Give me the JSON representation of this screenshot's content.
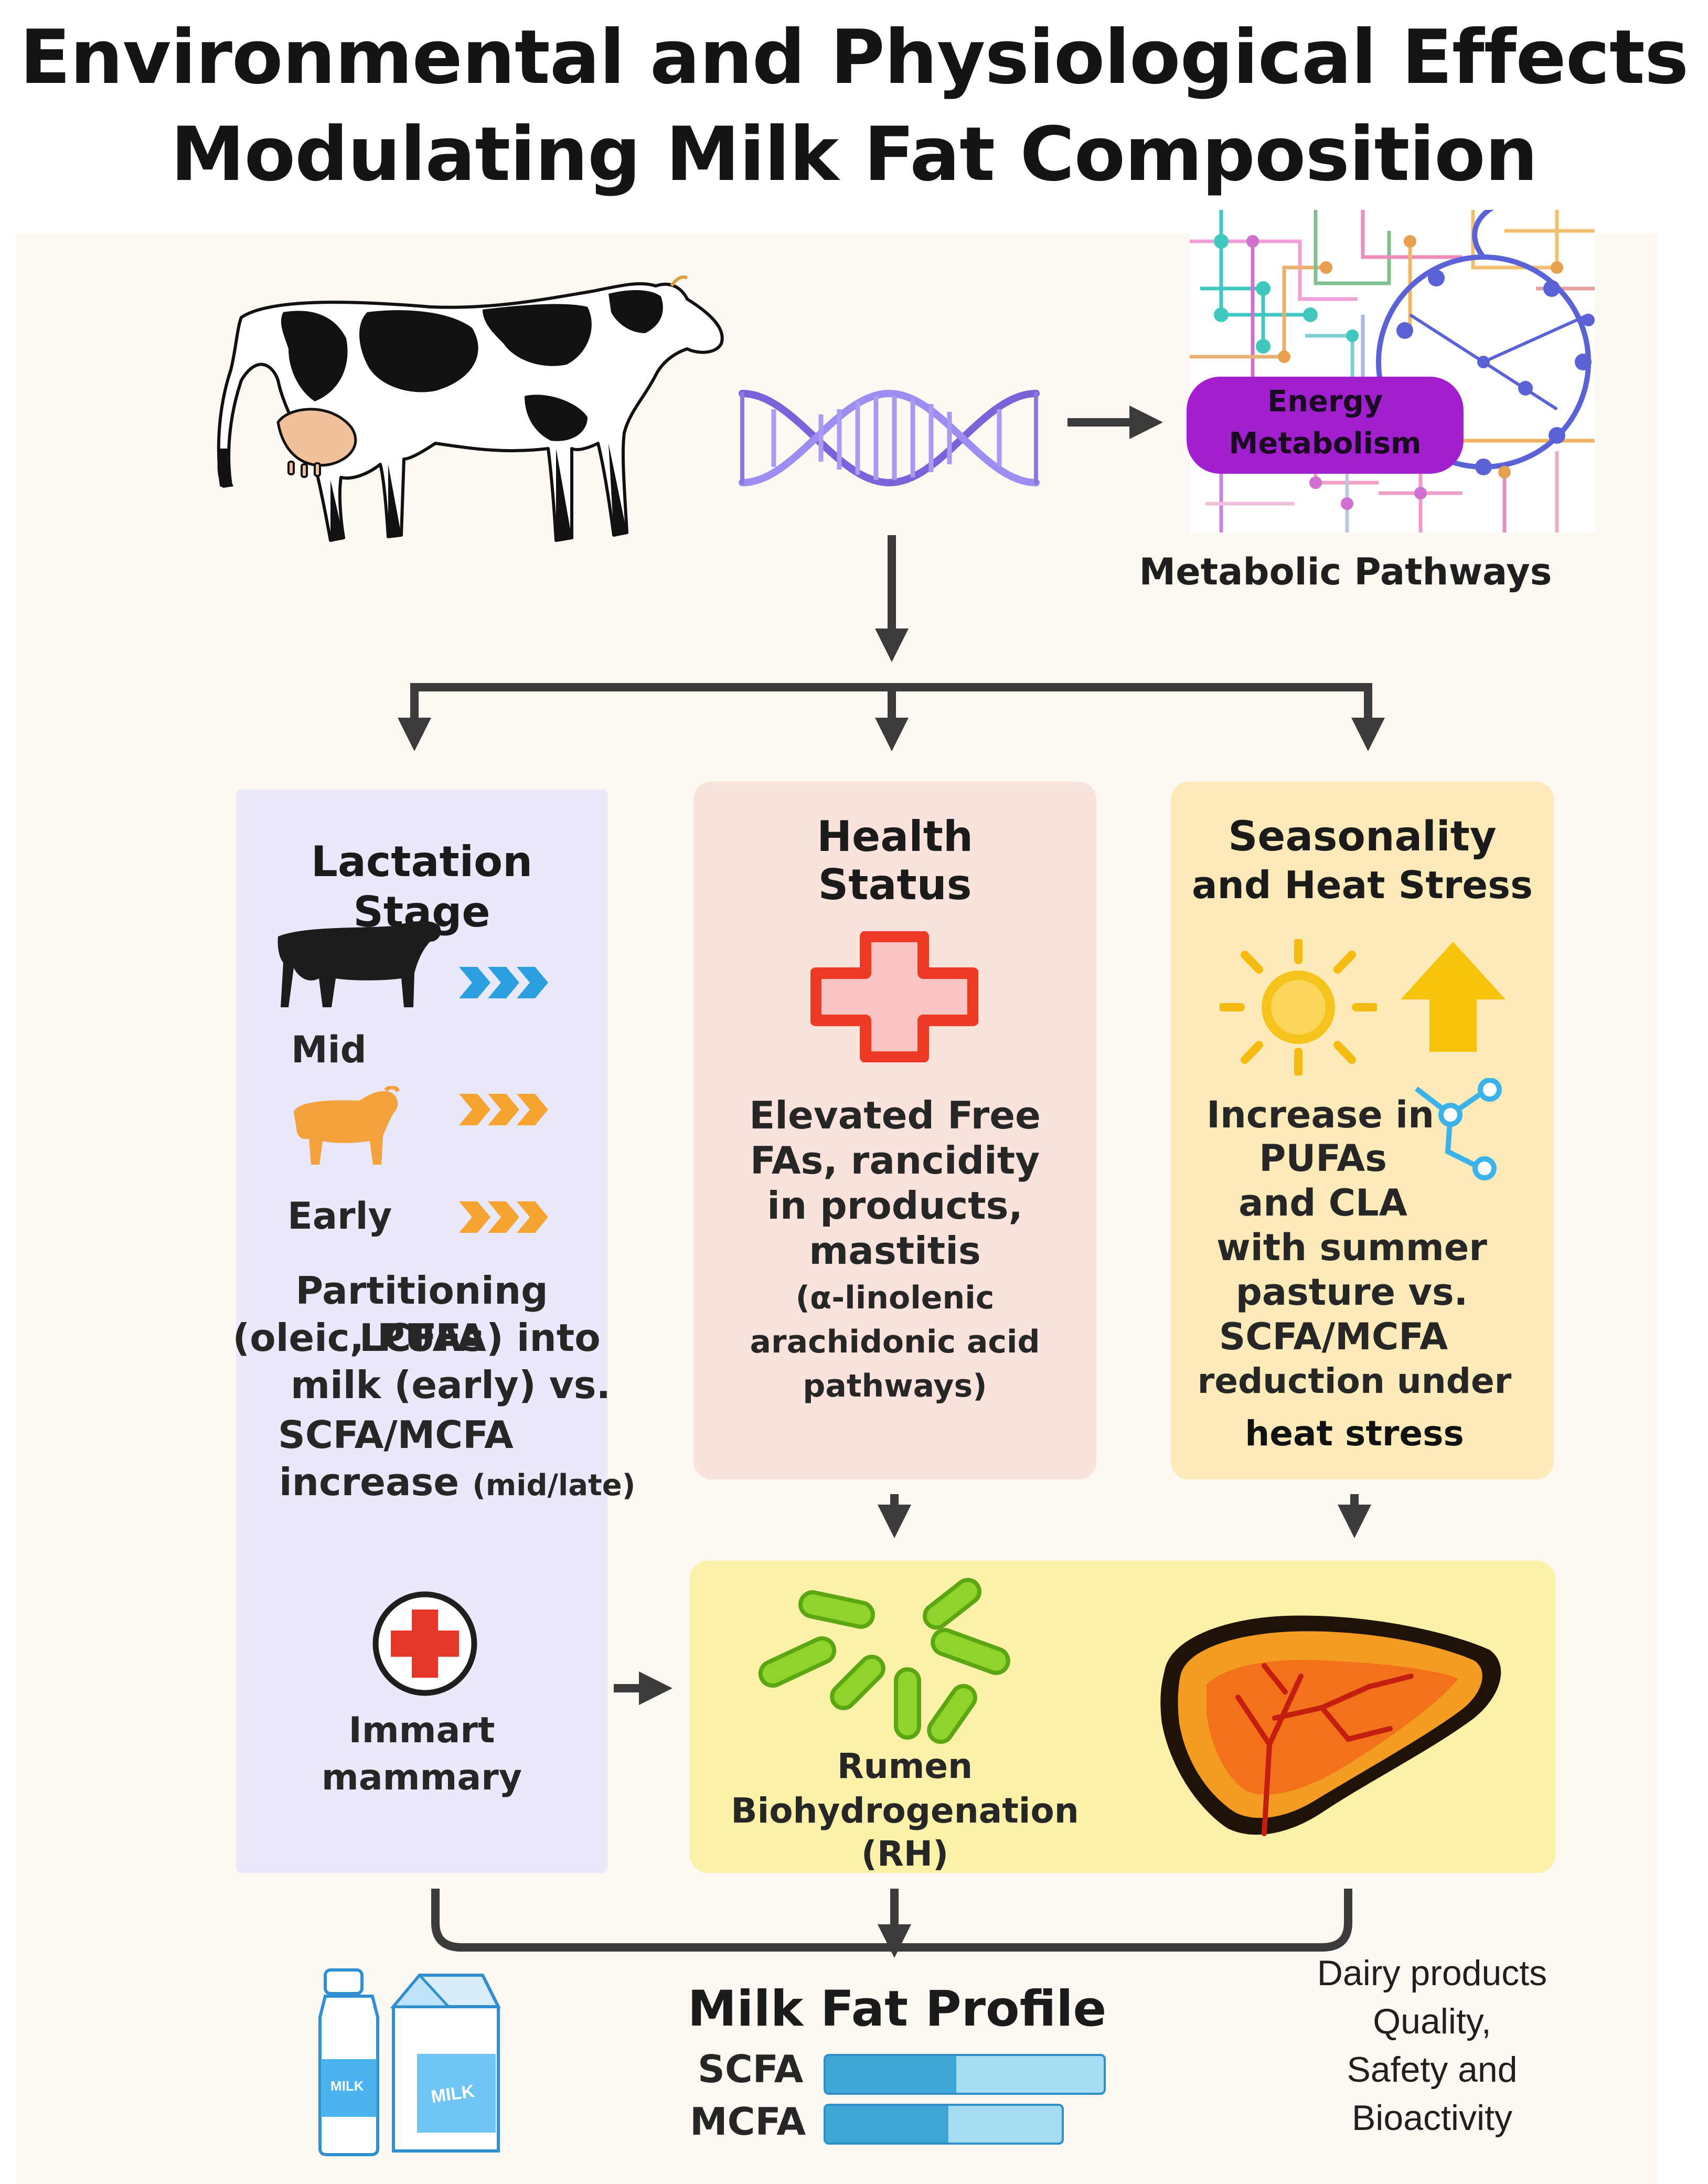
{
  "title": {
    "line1": "Environmental and Physiological Effects",
    "line2": "Modulating Milk Fat Composition"
  },
  "metabolic": {
    "badge_line1": "Energy",
    "badge_line2": "Metabolism",
    "caption": "Metabolic Pathways"
  },
  "lactation": {
    "title": "Lactation Stage",
    "stage_mid": "Mid",
    "stage_early": "Early",
    "desc_lines": [
      "Partitioning LCFAs",
      "(oleic, PUFA) into",
      "milk (early) vs.",
      "SCFA/MCFA"
    ],
    "desc_last_main": "increase",
    "desc_last_small": "(mid/late)",
    "immart_line1": "Immart",
    "immart_line2": "mammary"
  },
  "health": {
    "title_line1": "Health",
    "title_line2": "Status",
    "desc_lines": [
      "Elevated Free",
      "FAs, rancidity",
      "in products,",
      "mastitis"
    ],
    "desc_small_lines": [
      "(α-linolenic",
      "arachidonic acid",
      "pathways)"
    ]
  },
  "season": {
    "title_line1": "Seasonality",
    "title_line2": "and Heat Stress",
    "desc_lines": [
      "Increase in",
      "PUFAs",
      "and CLA",
      "with summer",
      "pasture vs.",
      "SCFA/MCFA",
      "reduction under",
      "heat stress"
    ]
  },
  "rumen": {
    "line1": "Rumen",
    "line2": "Biohydrogenation",
    "line3": "(RH)"
  },
  "profile": {
    "title": "Milk Fat Profile",
    "bars": [
      {
        "label": "SCFA",
        "value": 0.47
      },
      {
        "label": "MCFA",
        "value": 0.52
      }
    ],
    "milk_label": "MILK"
  },
  "dairy": {
    "lines": [
      "Dairy products",
      "Quality,",
      "Safety and",
      "Bioactivity"
    ]
  },
  "colors": {
    "lactation_panel": "#e9e9fb",
    "health_panel": "#fbe3dd",
    "season_panel": "#fcebb8",
    "rumen_panel": "#fbf1a9",
    "energy_badge": "#a21fd0",
    "arrow": "#3b3b3b",
    "bar": "#3ea7d6"
  }
}
